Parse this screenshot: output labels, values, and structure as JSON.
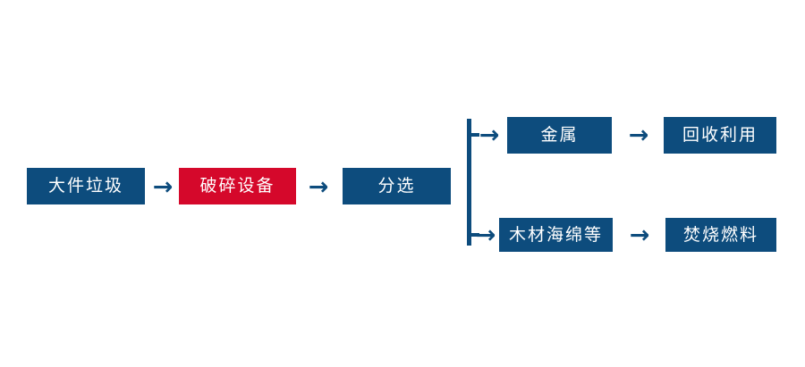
{
  "diagram": {
    "title": "Bulky Waste Processing Flow",
    "colors": {
      "primary_blue": "#0d4c7d",
      "accent_red": "#d5082b",
      "background": "#ffffff",
      "node_text": "#ffffff"
    },
    "nodes": [
      {
        "id": "bulky",
        "label": "大件垃圾",
        "style": "blue"
      },
      {
        "id": "crusher",
        "label": "破碎设备",
        "style": "red"
      },
      {
        "id": "sort",
        "label": "分选",
        "style": "blue"
      },
      {
        "id": "metal",
        "label": "金属",
        "style": "blue"
      },
      {
        "id": "recycle",
        "label": "回收利用",
        "style": "blue"
      },
      {
        "id": "wood",
        "label": "木材海绵等",
        "style": "blue"
      },
      {
        "id": "fuel",
        "label": "焚烧燃料",
        "style": "blue"
      }
    ],
    "arrows": [
      {
        "id": "bulky-to-crusher",
        "glyph": "→"
      },
      {
        "id": "crusher-to-sort",
        "glyph": "→"
      },
      {
        "id": "branch-to-metal",
        "glyph": "→"
      },
      {
        "id": "metal-to-recycle",
        "glyph": "→"
      },
      {
        "id": "branch-to-wood",
        "glyph": "→"
      },
      {
        "id": "wood-to-fuel",
        "glyph": "→"
      }
    ],
    "connector": {
      "type": "vertical-bracket",
      "branches": 2,
      "source_node": "sort",
      "target_nodes": [
        "metal",
        "wood"
      ]
    }
  }
}
